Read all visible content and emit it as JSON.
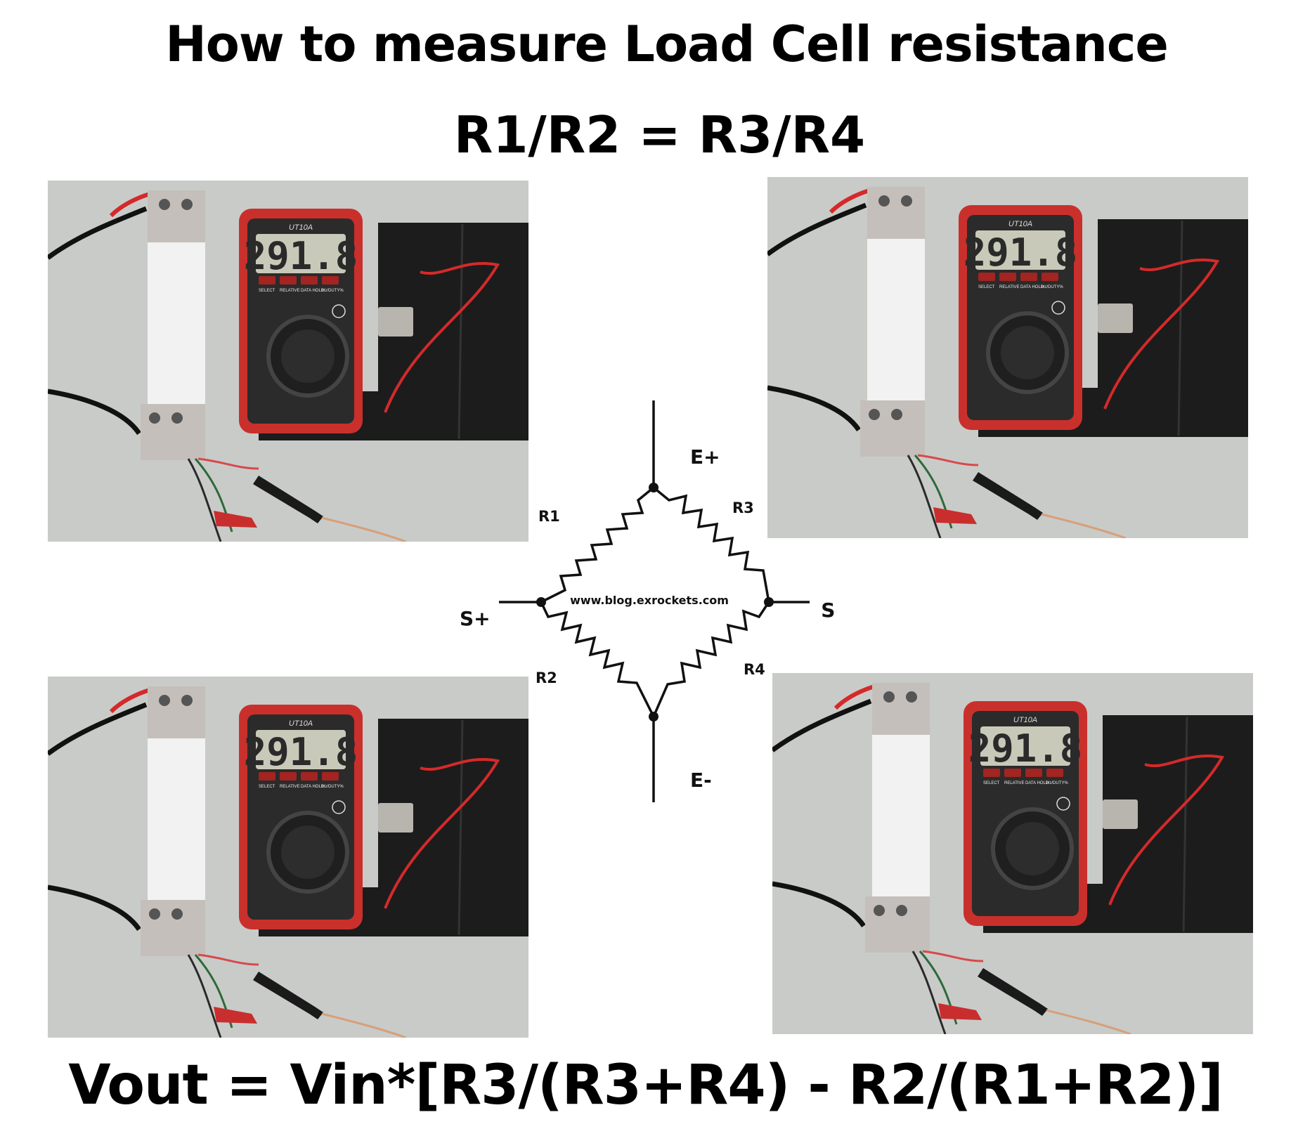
{
  "title": "How to measure Load Cell resistance",
  "equation": "R1/R2 = R3/R4",
  "formula": "Vout = Vin*[R3/(R3+R4) - R2/(R1+R2)]",
  "bridge": {
    "terminals": {
      "e_plus": "E+",
      "e_minus": "E-",
      "s_plus": "S+",
      "s_minus": "S-"
    },
    "resistors": {
      "r1": "R1",
      "r2": "R2",
      "r3": "R3",
      "r4": "R4"
    },
    "watermark": "www.blog.exrockets.com"
  },
  "photos": [
    {
      "id": "tl",
      "reading": "291.8",
      "model": "UT10A"
    },
    {
      "id": "tr",
      "reading": "291.8",
      "model": "UT10A"
    },
    {
      "id": "bl",
      "reading": "291.8",
      "model": "UT10A"
    },
    {
      "id": "br",
      "reading": "291.8",
      "model": "UT10A"
    }
  ],
  "meter_buttons": [
    "SELECT",
    "RELATIVE",
    "DATA HOLD",
    "Hz/DUTY%"
  ],
  "colors": {
    "table": "#c9cbc8",
    "meter_body": "#c9302c",
    "meter_face": "#2b2b2b",
    "lcd": "#c8c9b8",
    "load_cell": "#f2f2f2",
    "aluminium": "#c4bfbb",
    "pouch": "#1c1c1c",
    "wire_red": "#d42a2a"
  }
}
